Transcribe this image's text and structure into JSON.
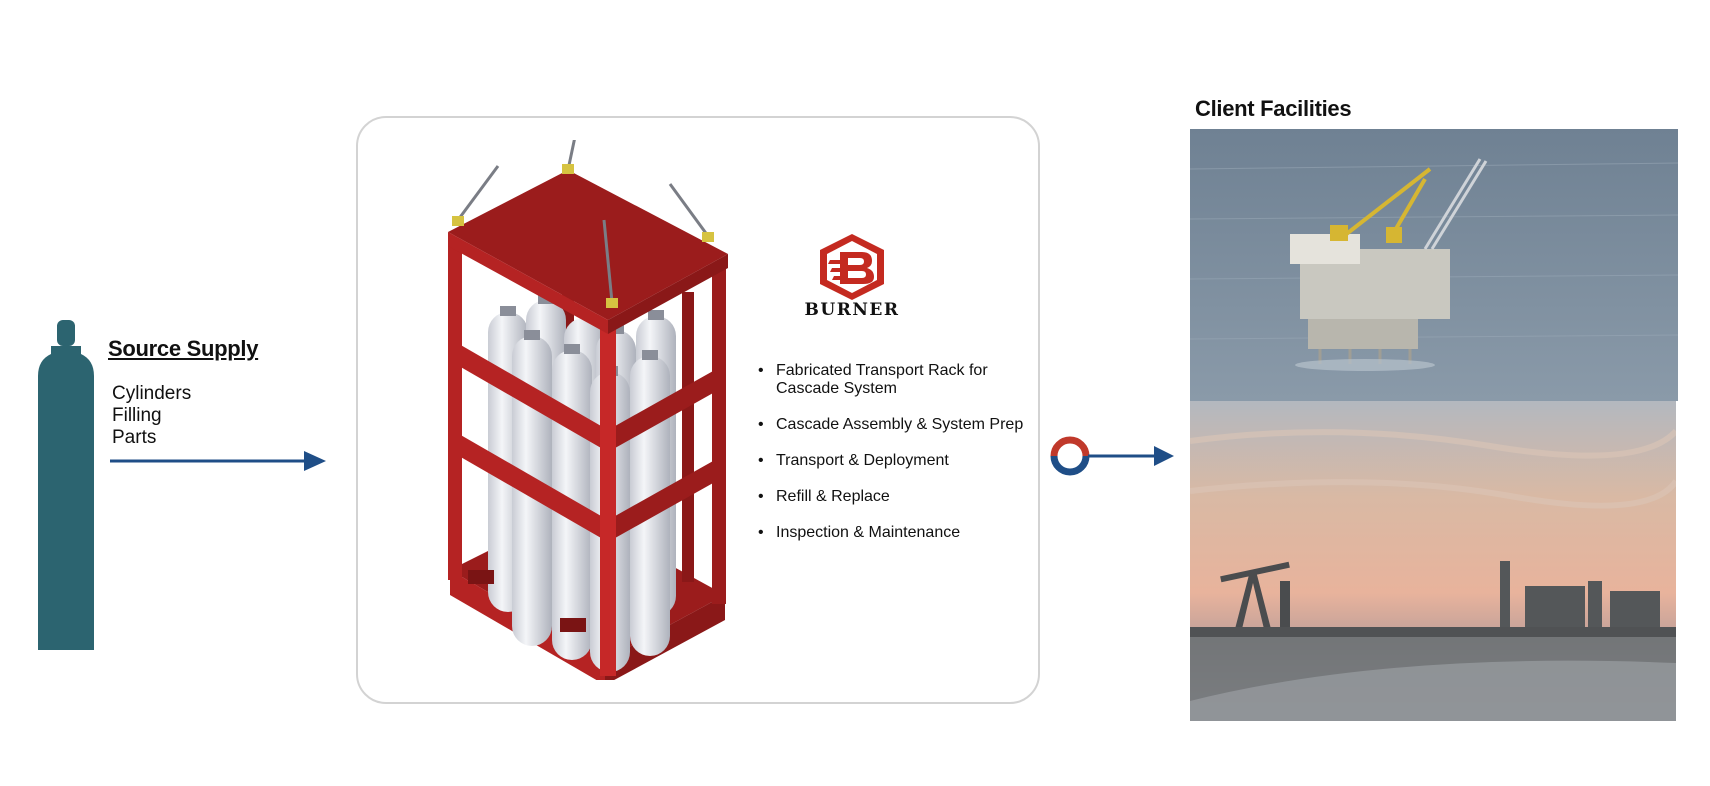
{
  "source": {
    "title": "Source Supply",
    "items": [
      "Cylinders",
      "Filling",
      "Parts"
    ]
  },
  "brand": {
    "logo_icon": "burner-b-hexagon-icon",
    "name": "BURNER",
    "color": "#c42a20"
  },
  "services": [
    "Fabricated Transport Rack for Cascade System",
    "Cascade Assembly & System Prep",
    "Transport & Deployment",
    "Refill & Replace",
    "Inspection & Maintenance"
  ],
  "client": {
    "title": "Client Facilities"
  },
  "colors": {
    "cylinder": "#2c6470",
    "arrow": "#1f4e87",
    "rack_red": "#b52323",
    "card_border": "#d3d3d3",
    "cycle_red": "#c0392b",
    "cycle_blue": "#1f4e87"
  },
  "icons": {
    "cylinder": "gas-cylinder-icon",
    "rack": "cylinder-rack-illustration",
    "cycle": "cycle-arrows-icon",
    "offshore": "offshore-platform-photo",
    "onshore": "oilfield-sunset-photo"
  }
}
